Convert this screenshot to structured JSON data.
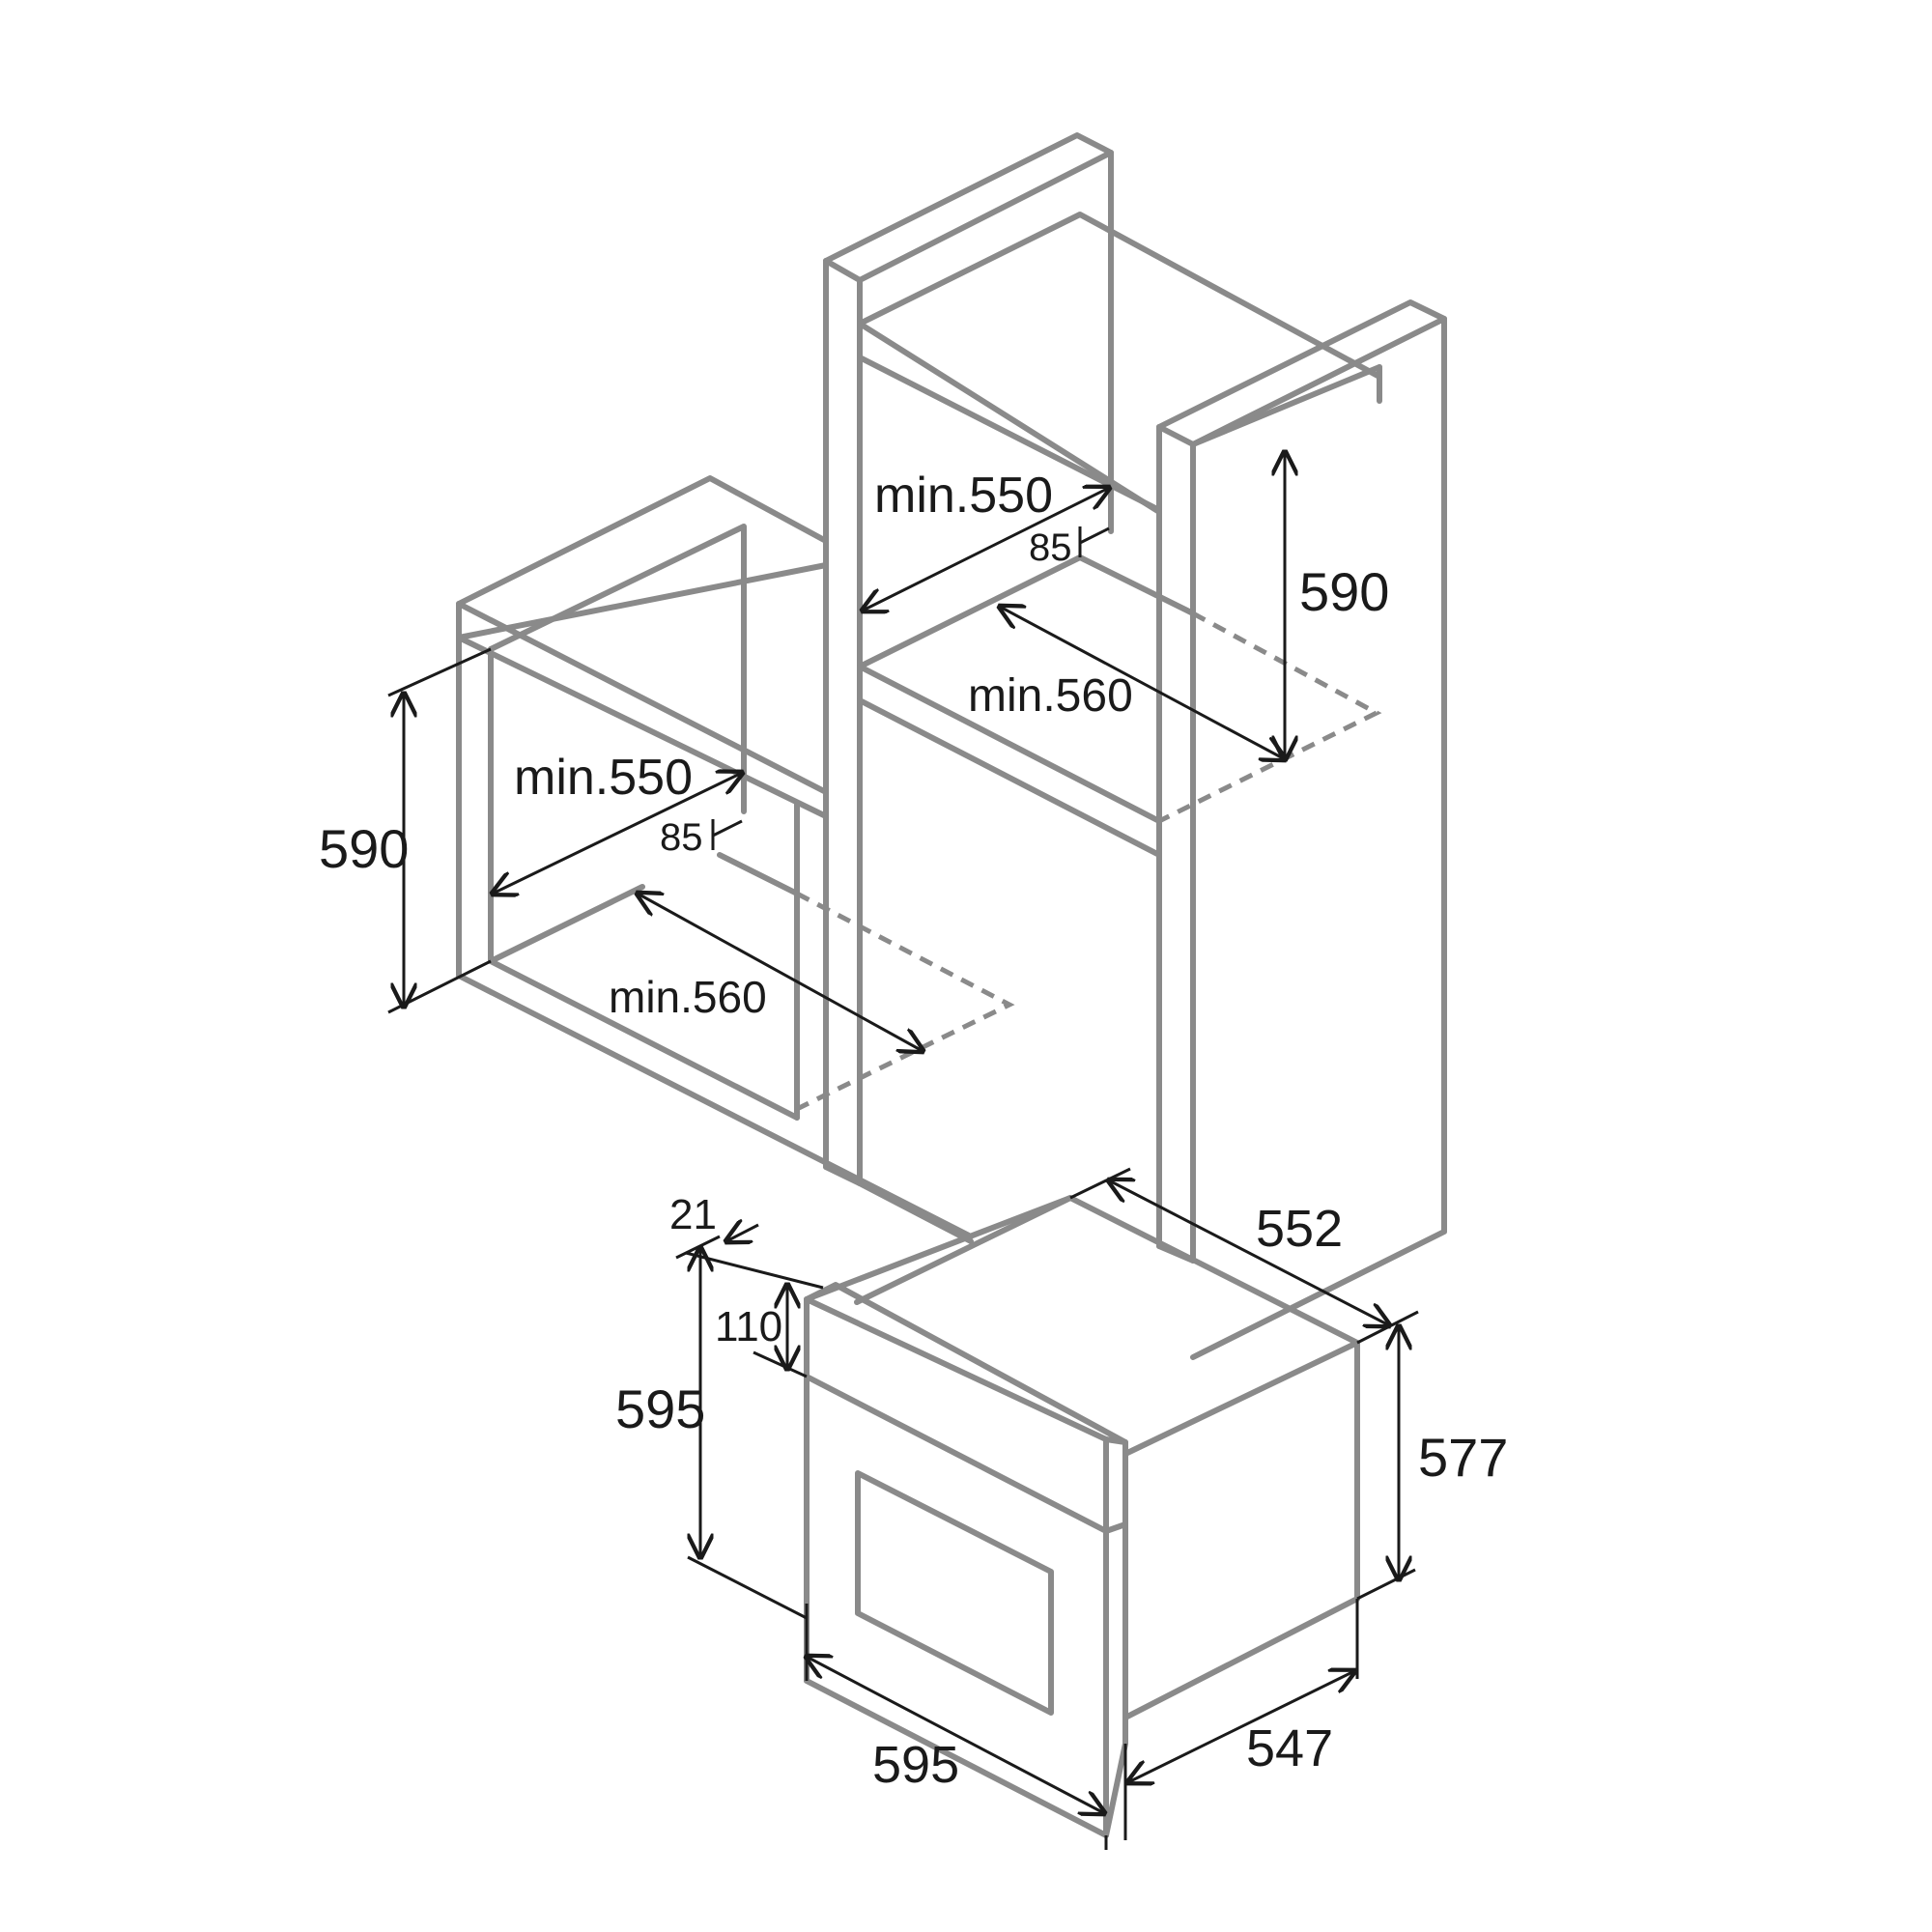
{
  "colors": {
    "outline": "#8a8a8a",
    "dimension": "#1a1a1a",
    "background": "#ffffff"
  },
  "labels": {
    "upper_depth": "min.550",
    "upper_vent": "85",
    "upper_height": "590",
    "upper_width": "min.560",
    "left_depth": "min.550",
    "left_vent": "85",
    "left_height": "590",
    "left_width": "min.560",
    "oven_frame": "21",
    "oven_panel": "110",
    "oven_front_height": "595",
    "oven_top_depth": "552",
    "oven_body_height": "577",
    "oven_front_width": "595",
    "oven_body_depth": "547"
  }
}
